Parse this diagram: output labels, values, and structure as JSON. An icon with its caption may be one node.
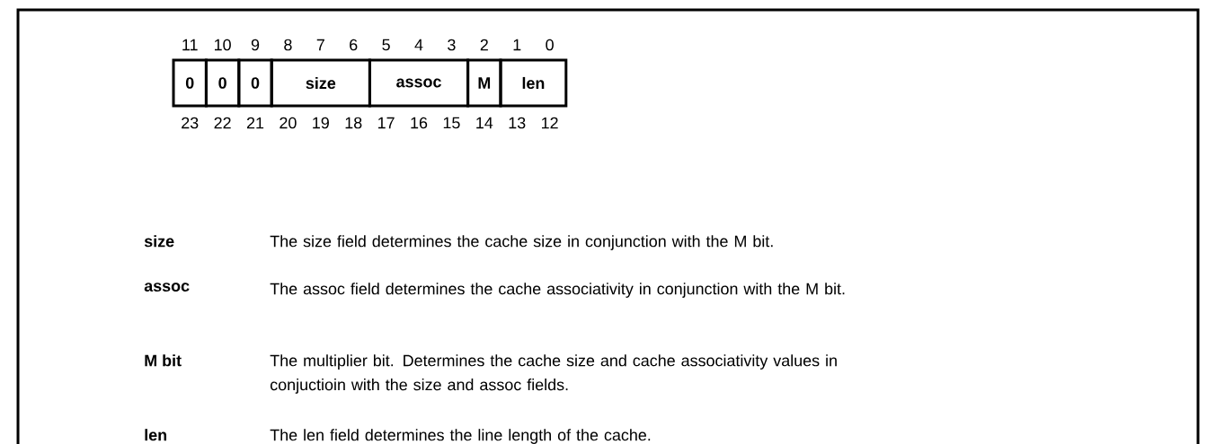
{
  "diagram": {
    "nodes": [
      {
        "text": [
          "0"
        ]
      },
      {
        "text": [
          "0"
        ]
      },
      {
        "text": [
          "0"
        ]
      },
      {
        "text": [
          "size"
        ]
      },
      {
        "text": [
          "assoc"
        ]
      },
      {
        "text": [
          "M"
        ]
      },
      {
        "text": [
          "len"
        ]
      }
    ],
    "labels": [
      "11",
      "10",
      "9",
      "8",
      "7",
      "6",
      "5",
      "4",
      "3",
      "2",
      "1",
      "0",
      "23",
      "22",
      "21",
      "20",
      "19",
      "18",
      "17",
      "16",
      "15",
      "14",
      "13",
      "12",
      "size",
      "The size field determines the cache size in conjunction with the M bit.",
      "assoc",
      "The assoc field determines the cache associativity in conjunction with the M bit.",
      "M bit",
      "The multiplier bit. Determines the cache size and cache associativity values in conjuctioin with the size and assoc fields.",
      "len",
      "The len field determines the line length of the cache."
    ]
  }
}
